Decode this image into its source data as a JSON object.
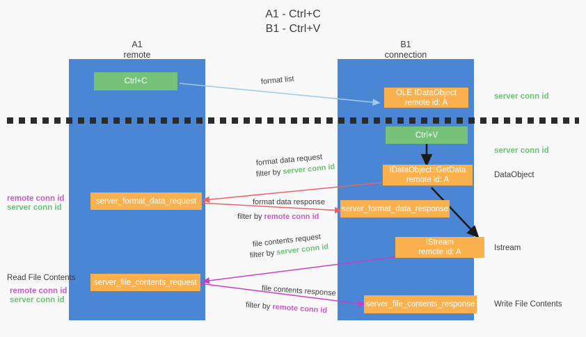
{
  "title": {
    "line1": "A1 - Ctrl+C",
    "line2": "B1 - Ctrl+V"
  },
  "columns": {
    "left": {
      "name": "A1",
      "sub": "remote"
    },
    "right": {
      "name": "B1",
      "sub": "connection"
    }
  },
  "boxes": {
    "ctrl_c": {
      "label": "Ctrl+C",
      "color": "#75c278"
    },
    "ole_idataobject": {
      "line1": "OLE IDataObject",
      "line2": "remote id: A",
      "color": "#fbb04e"
    },
    "ctrl_v": {
      "label": "Ctrl+V",
      "color": "#75c278"
    },
    "getdata": {
      "line1": "IDataObject::GetData",
      "line2": "remote id: A",
      "color": "#fbb04e"
    },
    "istream": {
      "line1": "IStream",
      "line2": "remote id: A",
      "color": "#fbb04e"
    },
    "server_format_data_request": {
      "label": "server_format_data_request",
      "color": "#fbb04e"
    },
    "server_format_data_response": {
      "label": "server_format_data_response",
      "color": "#fbb04e"
    },
    "server_file_contents_request": {
      "label": "server_file_contents_request",
      "color": "#fbb04e"
    },
    "server_file_contents_response": {
      "label": "server_file_contents_response",
      "color": "#fbb04e"
    }
  },
  "right_labels": {
    "server_conn_id_top": "server conn id",
    "server_conn_id_mid": "server conn id",
    "dataobject": "DataObject",
    "istream": "Istream",
    "write_file_contents": "Write File Contents"
  },
  "left_labels": {
    "remote_conn_id_1": "remote conn id",
    "server_conn_id_1": "server conn id",
    "read_file_contents": "Read File Contents",
    "remote_conn_id_2": "remote conn id",
    "server_conn_id_2": "server conn id"
  },
  "arrow_labels": {
    "format_list": "format list",
    "format_data_request": "format data request",
    "format_data_request_filter_prefix": "filter by ",
    "format_data_request_filter_value": "server conn id",
    "format_data_response": "format data response",
    "format_data_response_filter_prefix": "filter by ",
    "format_data_response_filter_value": "remote conn id",
    "file_contents_request": "file contents request",
    "file_contents_request_filter_prefix": "filter by ",
    "file_contents_request_filter_value": "server conn id",
    "file_contents_response": "file contents response",
    "file_contents_response_filter_prefix": "filter by ",
    "file_contents_response_filter_value": "remote conn id"
  },
  "colors": {
    "column_blue": "#4a86d4",
    "green": "#75c278",
    "orange": "#fbb04e",
    "green_text": "#6cc177",
    "magenta_text": "#c65cc6",
    "arrow_lightblue": "#9ecbe8",
    "arrow_red": "#e9636b",
    "arrow_magenta": "#c73fc7",
    "arrow_black": "#1a1a1a",
    "background": "#f8f8f8"
  }
}
